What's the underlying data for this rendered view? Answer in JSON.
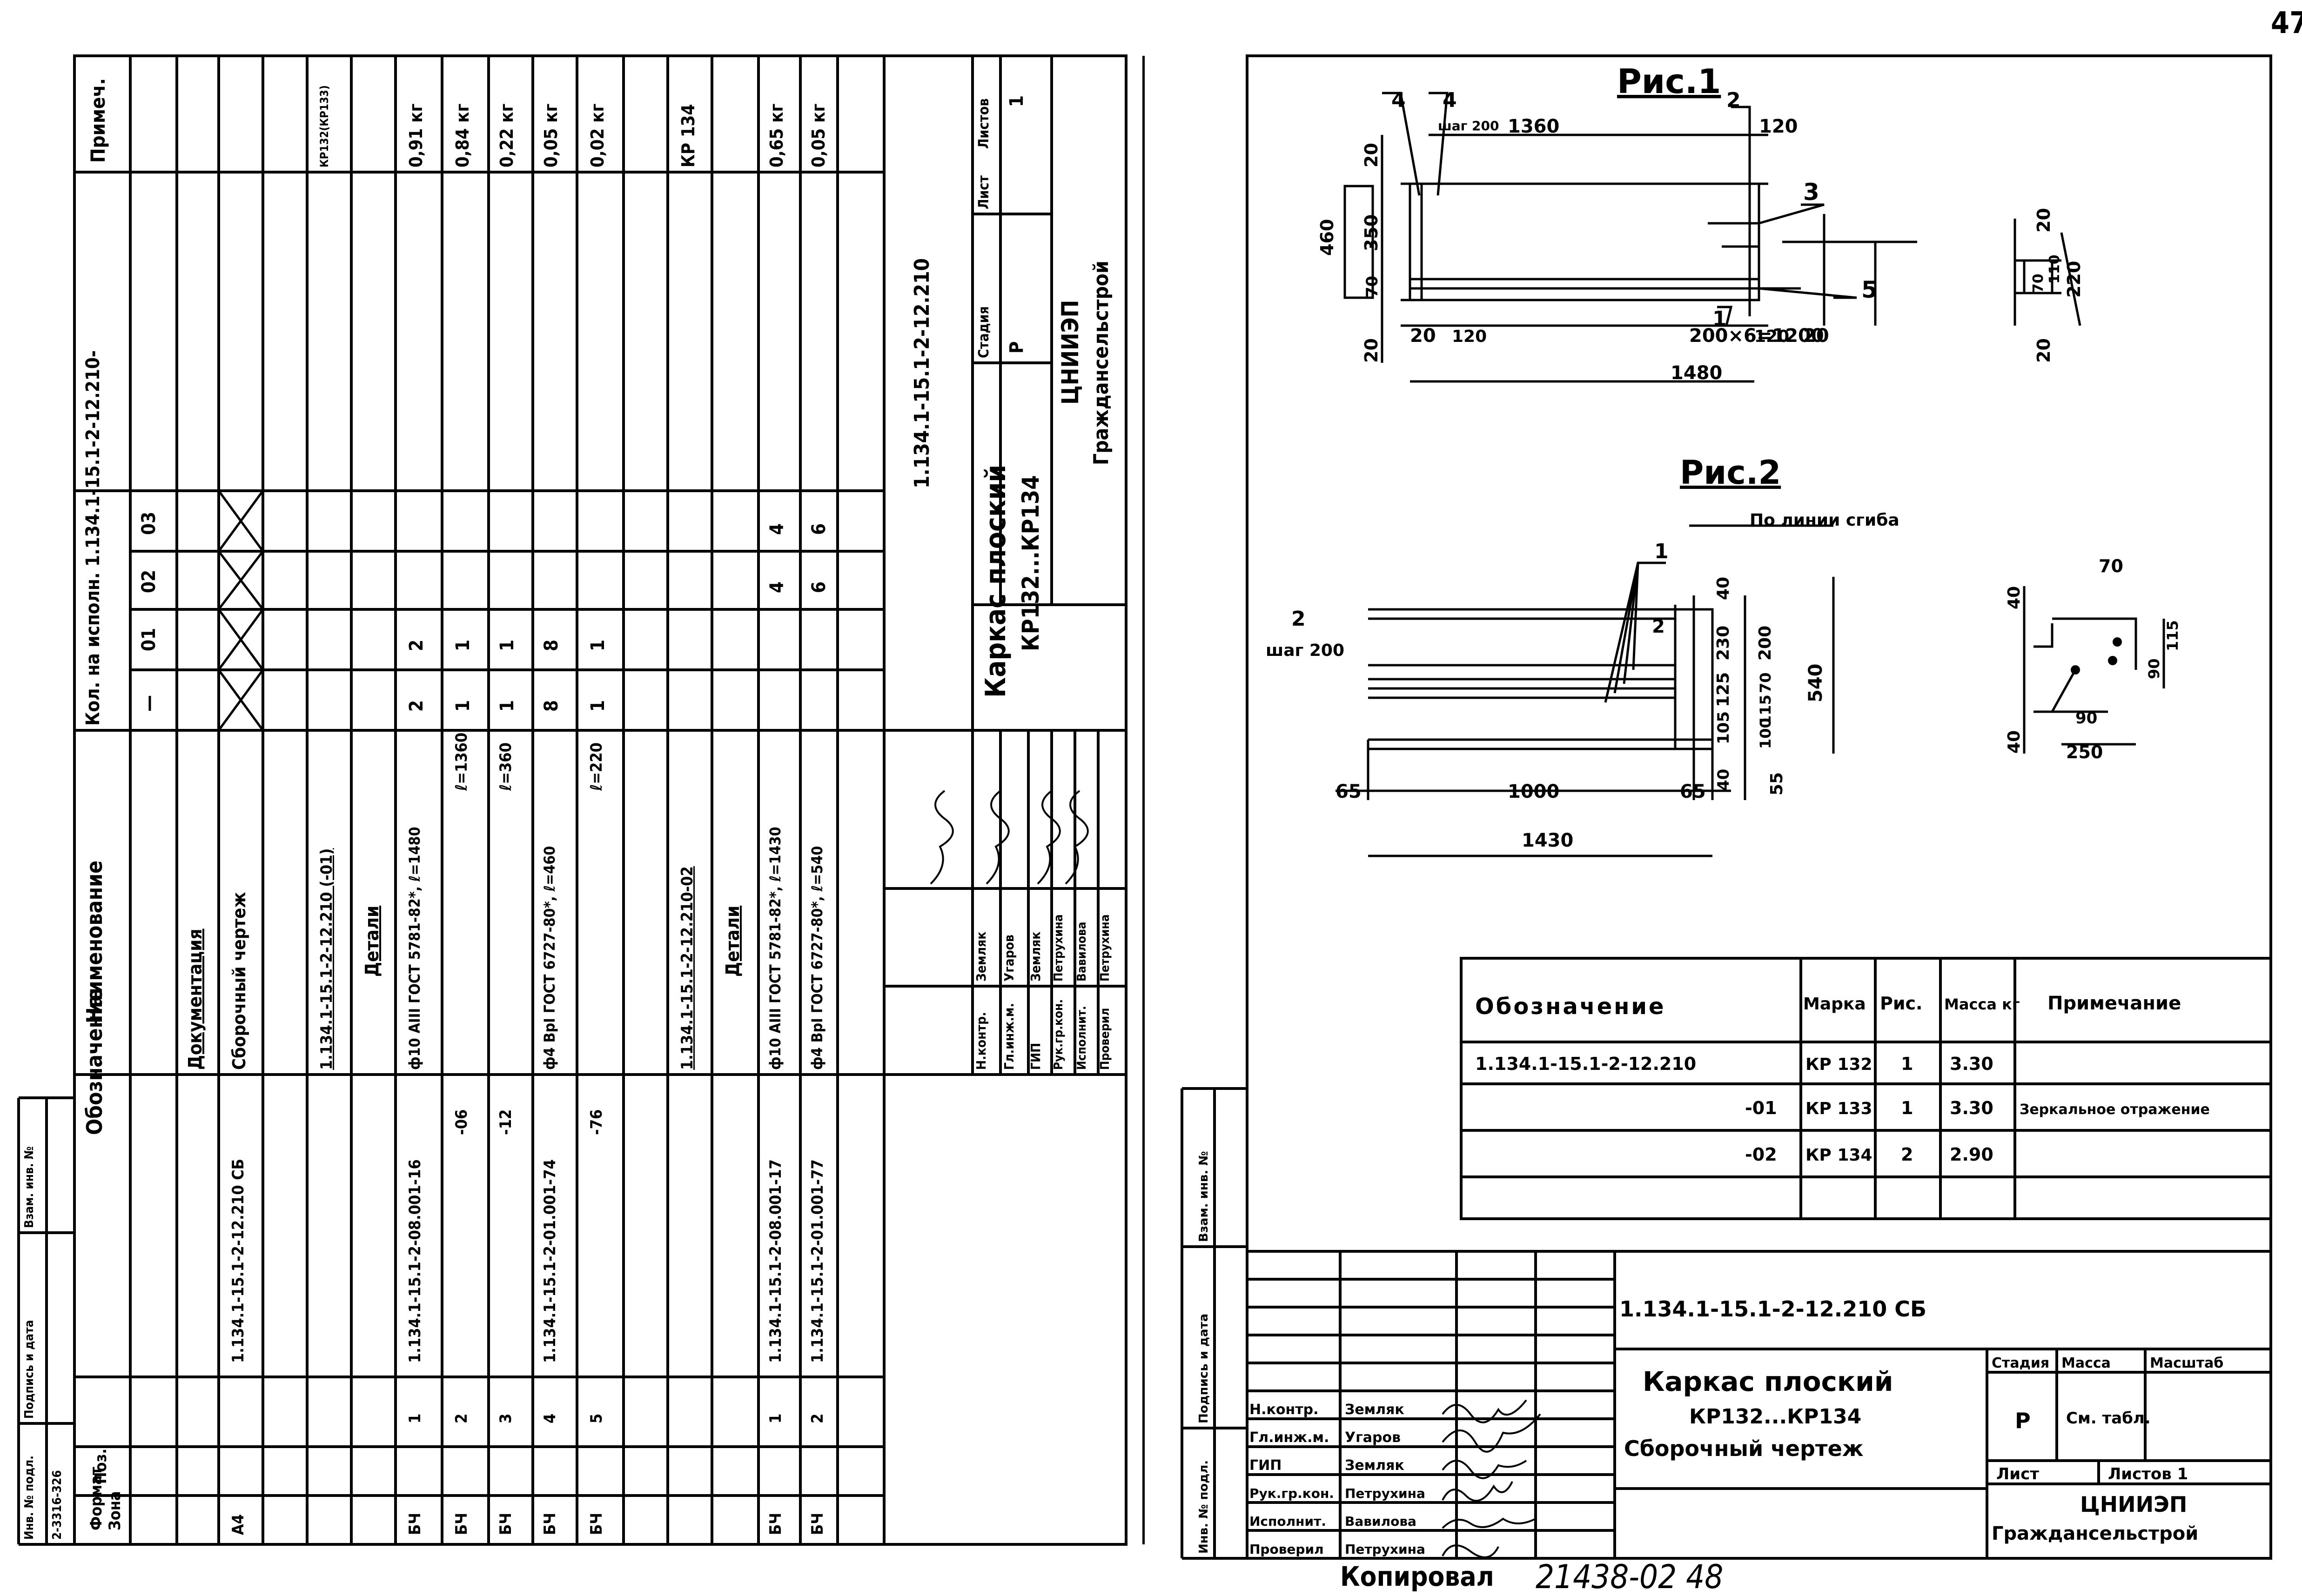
{
  "page_number": "47",
  "left_sheet": {
    "column_headers": {
      "format": "Формат",
      "zone": "Зона",
      "pos": "Поз.",
      "designation": "Обозначение",
      "name": "Наименование",
      "qty_header": "Кол. на исполн. 1.134.1-15.1-2-12.210-",
      "exec_dash": "—",
      "exec_01": "01",
      "exec_02": "02",
      "exec_03": "03",
      "note": "Примеч."
    },
    "rows": [
      {
        "format": "А4",
        "pos": "",
        "designation": "1.134.1-15.1-2-12.210 СБ",
        "name": "Документация",
        "name2": "Сборочный чертеж",
        "q0": "",
        "q1": "",
        "q2": "",
        "q3": "",
        "note": ""
      },
      {
        "format": "",
        "pos": "",
        "designation": "",
        "name": "1.134.1-15.1-2-12.210 (-01)",
        "q0": "",
        "q1": "",
        "q2": "",
        "q3": "",
        "note": "КР132(КР133)"
      },
      {
        "format": "",
        "pos": "",
        "designation": "",
        "name": "Детали",
        "q0": "",
        "q1": "",
        "q2": "",
        "q3": "",
        "note": ""
      },
      {
        "format": "БЧ",
        "pos": "1",
        "designation": "1.134.1-15.1-2-08.001-16",
        "name": "ф10 АIII ГОСТ 5781-82*, ℓ=1480",
        "q0": "2",
        "q1": "2",
        "q2": "",
        "q3": "",
        "note": "0,91 кг"
      },
      {
        "format": "БЧ",
        "pos": "2",
        "designation": "-06",
        "name": "ℓ=1360",
        "q0": "1",
        "q1": "1",
        "q2": "",
        "q3": "",
        "note": "0,84 кг"
      },
      {
        "format": "БЧ",
        "pos": "3",
        "designation": "-12",
        "name": "ℓ=360",
        "q0": "1",
        "q1": "1",
        "q2": "",
        "q3": "",
        "note": "0,22 кг"
      },
      {
        "format": "БЧ",
        "pos": "4",
        "designation": "1.134.1-15.1-2-01.001-74",
        "name": "ф4 ВрI ГОСТ 6727-80*, ℓ=460",
        "q0": "8",
        "q1": "8",
        "q2": "",
        "q3": "",
        "note": "0,05 кг"
      },
      {
        "format": "БЧ",
        "pos": "5",
        "designation": "-76",
        "name": "ℓ=220",
        "q0": "1",
        "q1": "1",
        "q2": "",
        "q3": "",
        "note": "0,02 кг"
      },
      {
        "format": "",
        "pos": "",
        "designation": "",
        "name": "1.134.1-15.1-2-12.210-02",
        "q0": "",
        "q1": "",
        "q2": "",
        "q3": "",
        "note": "КР 134"
      },
      {
        "format": "",
        "pos": "",
        "designation": "",
        "name": "Детали",
        "q0": "",
        "q1": "",
        "q2": "",
        "q3": "",
        "note": ""
      },
      {
        "format": "БЧ",
        "pos": "1",
        "designation": "1.134.1-15.1-2-08.001-17",
        "name": "ф10 АIII ГОСТ 5781-82*, ℓ=1430",
        "q0": "",
        "q1": "",
        "q2": "4",
        "q3": "4",
        "note": "0,65 кг"
      },
      {
        "format": "БЧ",
        "pos": "2",
        "designation": "1.134.1-15.1-2-01.001-77",
        "name": "ф4 ВрI ГОСТ 6727-80*, ℓ=540",
        "q0": "",
        "q1": "",
        "q2": "6",
        "q3": "6",
        "note": "0,05 кг"
      }
    ],
    "stamp": {
      "doc_code": "1.134.1-15.1-2-12.210",
      "title_line1": "Каркас плоский",
      "title_line2": "КР132...КР134",
      "stage_label": "Стадия",
      "sheet_label": "Лист",
      "sheets_label": "Листов",
      "stage_value": "Р",
      "sheets_value": "1",
      "org_line1": "ЦНИИЭП",
      "org_line2": "Граждансельстрой",
      "roles": [
        "Н.контр.",
        "Гл.инж.м.",
        "ГИП",
        "Рук.гр.кон.",
        "Исполнит.",
        "Проверил"
      ],
      "names": [
        "Земляк",
        "Угаров",
        "Земляк",
        "Петрухина",
        "Вавилова",
        "Петрухина"
      ]
    },
    "margin_labels": [
      "Инв. № подл.",
      "Подпись и дата",
      "Взам. инв. №"
    ],
    "inv_number": "2-3316-326"
  },
  "right_sheet": {
    "fig1": {
      "title": "Рис.1",
      "labels": {
        "l4a": "4",
        "l4b": "4",
        "step": "шаг 200",
        "d1360": "1360",
        "l2": "2",
        "d120a": "120",
        "l3": "3",
        "l5": "5",
        "l1": "1",
        "d20a": "20",
        "d350": "350",
        "d460": "460",
        "d70": "70",
        "d20b": "20",
        "d20c": "20",
        "d120b": "120",
        "d1200": "200×6=1200",
        "d120c": "120",
        "d20d": "20",
        "d1480": "1480",
        "s20a": "20",
        "s70": "70",
        "s110": "110",
        "s220": "220",
        "s20b": "20"
      }
    },
    "fig2": {
      "title": "Рис.2",
      "labels": {
        "bend": "По линии сгиба",
        "l1": "1",
        "l2a": "2",
        "step": "шаг 200",
        "l2b": "2",
        "d40a": "40",
        "d230": "230",
        "d125": "125",
        "d105": "105",
        "d40b": "40",
        "d200": "200",
        "d70": "70",
        "d115": "115",
        "d100": "100",
        "d540": "540",
        "d65a": "65",
        "d1000": "1000",
        "d65b": "65",
        "d55": "55",
        "d1430": "1430",
        "s70": "70",
        "s40a": "40",
        "s40b": "40",
        "s90a": "90",
        "s115": "115",
        "s90b": "90",
        "s250": "250"
      }
    },
    "table": {
      "headers": [
        "Обозначение",
        "Марка",
        "Рис.",
        "Масса кг",
        "Примечание"
      ],
      "rows": [
        [
          "1.134.1-15.1-2-12.210",
          "КР 132",
          "1",
          "3.30",
          ""
        ],
        [
          "-01",
          "КР 133",
          "1",
          "3.30",
          "Зеркальное отражение"
        ],
        [
          "-02",
          "КР 134",
          "2",
          "2.90",
          ""
        ],
        [
          "",
          "",
          "",
          "",
          ""
        ]
      ]
    },
    "stamp": {
      "doc_code": "1.134.1-15.1-2-12.210 СБ",
      "title_line1": "Каркас плоский",
      "title_line2": "КР132...КР134",
      "title_line3": "Сборочный чертеж",
      "stage_label": "Стадия",
      "mass_label": "Масса",
      "scale_label": "Масштаб",
      "stage_value": "Р",
      "mass_value": "См. табл.",
      "sheet_label": "Лист",
      "sheets_label": "Листов 1",
      "org_line1": "ЦНИИЭП",
      "org_line2": "Граждансельстрой",
      "roles": [
        "Н.контр.",
        "Гл.инж.м.",
        "ГИП",
        "Рук.гр.кон.",
        "Исполнит.",
        "Проверил"
      ],
      "names": [
        "Земляк",
        "Угаров",
        "Земляк",
        "Петрухина",
        "Вавилова",
        "Петрухина"
      ]
    },
    "margin_labels": [
      "Инв. № подл.",
      "Подпись и дата",
      "Взам. инв. №"
    ]
  },
  "bottom_note": "Копировал",
  "bottom_number": "21438-02  48"
}
